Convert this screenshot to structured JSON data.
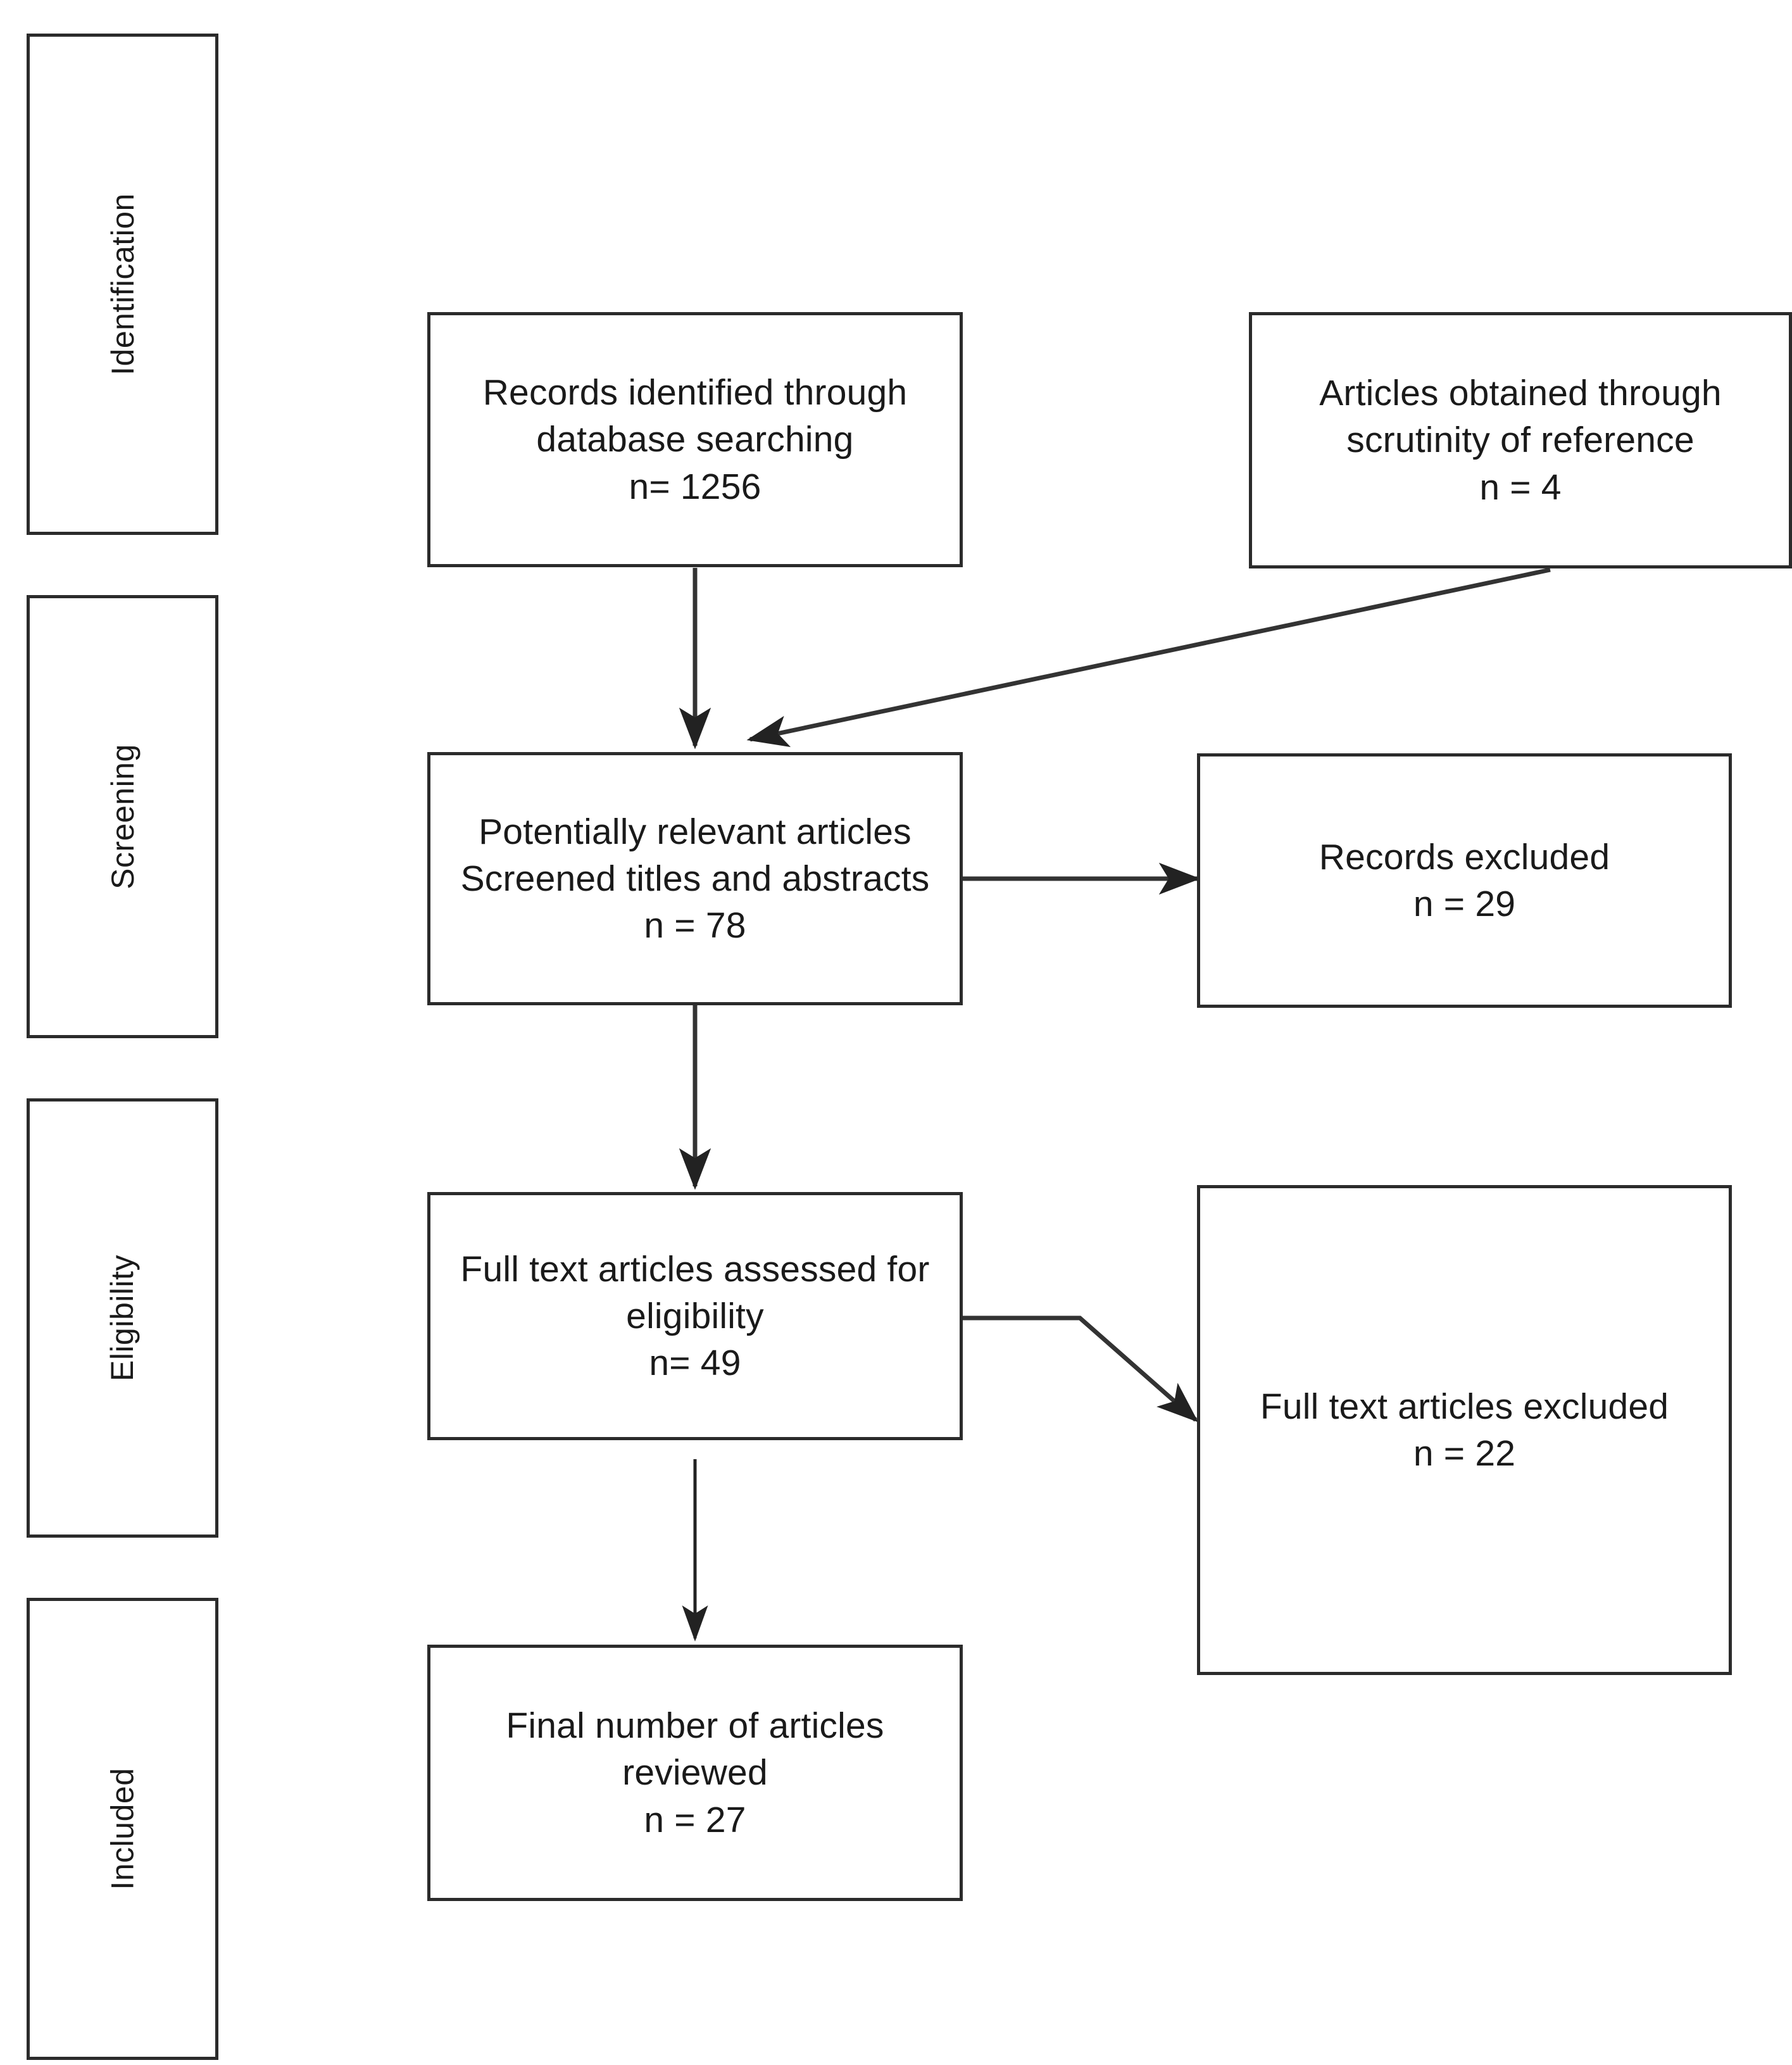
{
  "diagram": {
    "type": "prisma-flow-diagram",
    "stages": [
      {
        "id": "identification",
        "label": "Identification"
      },
      {
        "id": "screening",
        "label": "Screening"
      },
      {
        "id": "eligibility",
        "label": "Eligibility"
      },
      {
        "id": "included",
        "label": "Included"
      }
    ],
    "nodes": [
      {
        "id": "records-identified",
        "stage": "identification",
        "lines": [
          "Records identified through",
          "database searching",
          "n= 1256"
        ],
        "text": "Records identified through\ndatabase searching\nn= 1256",
        "count": 1256,
        "count_label": "n= 1256"
      },
      {
        "id": "articles-obtained",
        "stage": "identification",
        "lines": [
          "Articles obtained through",
          "scrutinity of reference",
          "n = 4"
        ],
        "text": "Articles obtained through\nscrutinity of reference\nn = 4",
        "count": 4,
        "count_label": "n = 4"
      },
      {
        "id": "potentially-relevant",
        "stage": "screening",
        "lines": [
          "Potentially relevant articles",
          "Screened titles and abstracts",
          "n = 78"
        ],
        "text": "Potentially relevant articles\nScreened titles and abstracts\nn = 78",
        "count": 78,
        "count_label": "n = 78"
      },
      {
        "id": "records-excluded",
        "stage": "screening",
        "lines": [
          "Records excluded",
          "n = 29"
        ],
        "text": "Records excluded\nn = 29",
        "count": 29,
        "count_label": "n = 29"
      },
      {
        "id": "full-text-assessed",
        "stage": "eligibility",
        "lines": [
          "Full text articles assessed for",
          "eligibility",
          "n= 49"
        ],
        "text": "Full text articles assessed for\neligibility\nn= 49",
        "count": 49,
        "count_label": "n= 49"
      },
      {
        "id": "full-text-excluded",
        "stage": "eligibility",
        "lines": [
          "Full text articles excluded",
          "n = 22"
        ],
        "text": "Full text articles excluded\nn = 22",
        "count": 22,
        "count_label": "n = 22"
      },
      {
        "id": "final-reviewed",
        "stage": "included",
        "lines": [
          "Final number of articles",
          "reviewed",
          "n = 27"
        ],
        "text": "Final number of articles\nreviewed\nn = 27",
        "count": 27,
        "count_label": "n = 27"
      }
    ],
    "edges": [
      {
        "id": "identified-to-screening",
        "from": "records-identified",
        "to": "potentially-relevant",
        "style": "straight-down"
      },
      {
        "id": "obtained-to-screening",
        "from": "articles-obtained",
        "to": "potentially-relevant",
        "style": "diagonal"
      },
      {
        "id": "screening-to-excluded",
        "from": "potentially-relevant",
        "to": "records-excluded",
        "style": "straight-right"
      },
      {
        "id": "screening-to-eligibility",
        "from": "potentially-relevant",
        "to": "full-text-assessed",
        "style": "straight-down"
      },
      {
        "id": "eligibility-to-excluded",
        "from": "full-text-assessed",
        "to": "full-text-excluded",
        "style": "elbow"
      },
      {
        "id": "eligibility-to-included",
        "from": "full-text-assessed",
        "to": "final-reviewed",
        "style": "straight-down"
      }
    ],
    "colors": {
      "border": "#2b2b2b",
      "text": "#1a1a1a",
      "background": "#ffffff",
      "connector": "#333333"
    }
  }
}
